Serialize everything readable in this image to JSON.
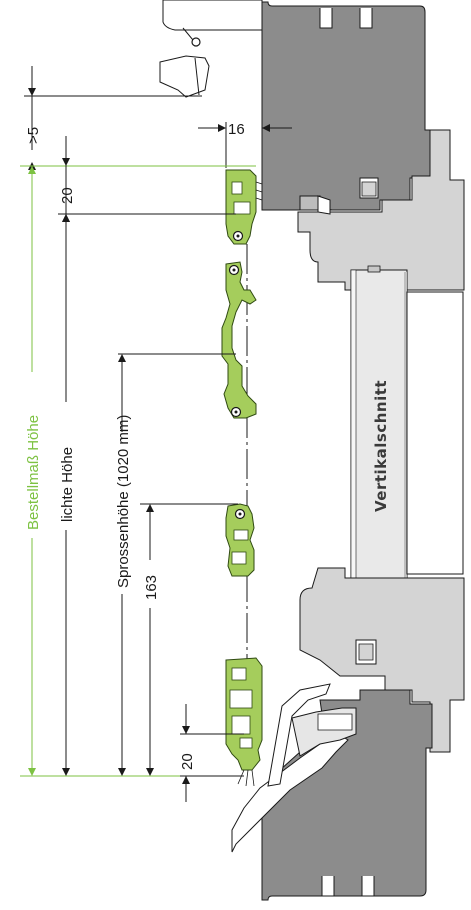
{
  "labels": {
    "gt5": ">5",
    "d16": "16",
    "d20_top": "20",
    "d20_bottom": "20",
    "d163": "163",
    "sprossenhoehe": "Sprossenhöhe (1020 mm)",
    "lichte_hoehe": "lichte Höhe",
    "bestellmass": "Bestellmaß Höhe",
    "vertikalschnitt": "Vertikalschnitt"
  },
  "colors": {
    "profile_green": "#a5cd5c",
    "profile_outline": "#2f4a12",
    "dimension_green": "#7dc242",
    "frame_dark": "#8c8c8c",
    "frame_light": "#d4d4d4",
    "glass": "#e9e9e9",
    "line": "#1a1a1a"
  }
}
